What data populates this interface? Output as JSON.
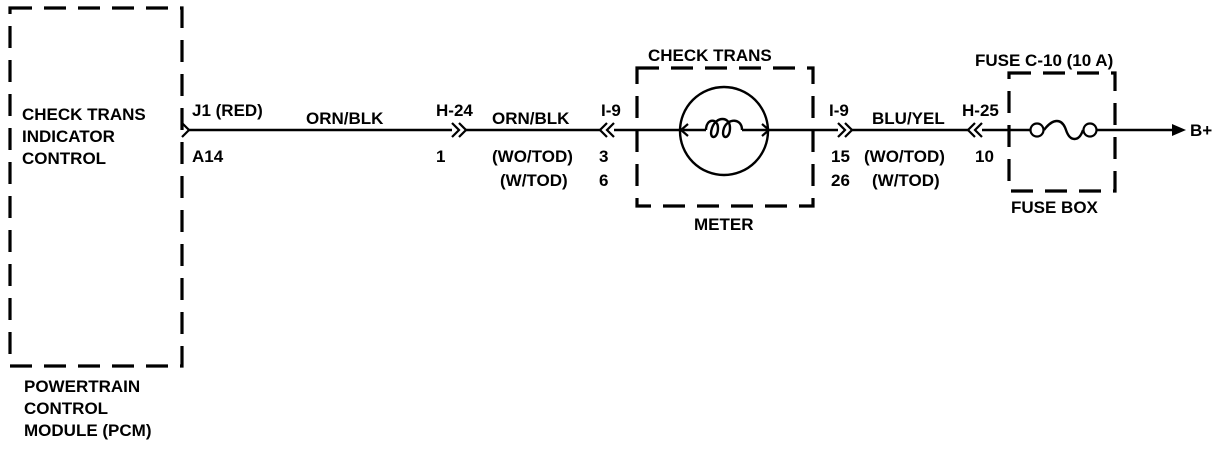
{
  "pcm": {
    "block_lines": [
      "CHECK TRANS",
      "INDICATOR",
      "CONTROL"
    ],
    "name_lines": [
      "POWERTRAIN",
      "CONTROL",
      "MODULE (PCM)"
    ],
    "connector": "J1 (RED)",
    "pin": "A14"
  },
  "wire_a": {
    "color": "ORN/BLK"
  },
  "h24": {
    "connector": "H-24",
    "pin": "1"
  },
  "wire_b": {
    "color": "ORN/BLK",
    "wo_tod": "(WO/TOD)",
    "w_tod": "(W/TOD)"
  },
  "i9_left": {
    "connector": "I-9",
    "pin_wo_tod": "3",
    "pin_w_tod": "6"
  },
  "meter": {
    "title": "CHECK TRANS",
    "name": "METER"
  },
  "i9_right": {
    "connector": "I-9",
    "pin_wo_tod": "15",
    "pin_w_tod": "26"
  },
  "wire_c": {
    "color": "BLU/YEL",
    "wo_tod": "(WO/TOD)",
    "w_tod": "(W/TOD)"
  },
  "h25": {
    "connector": "H-25",
    "pin": "10"
  },
  "fuse": {
    "label": "FUSE C-10 (10 A)",
    "box_name": "FUSE BOX"
  },
  "power": {
    "label": "B+"
  },
  "colors": {
    "line": "#000000",
    "background": "#ffffff"
  }
}
